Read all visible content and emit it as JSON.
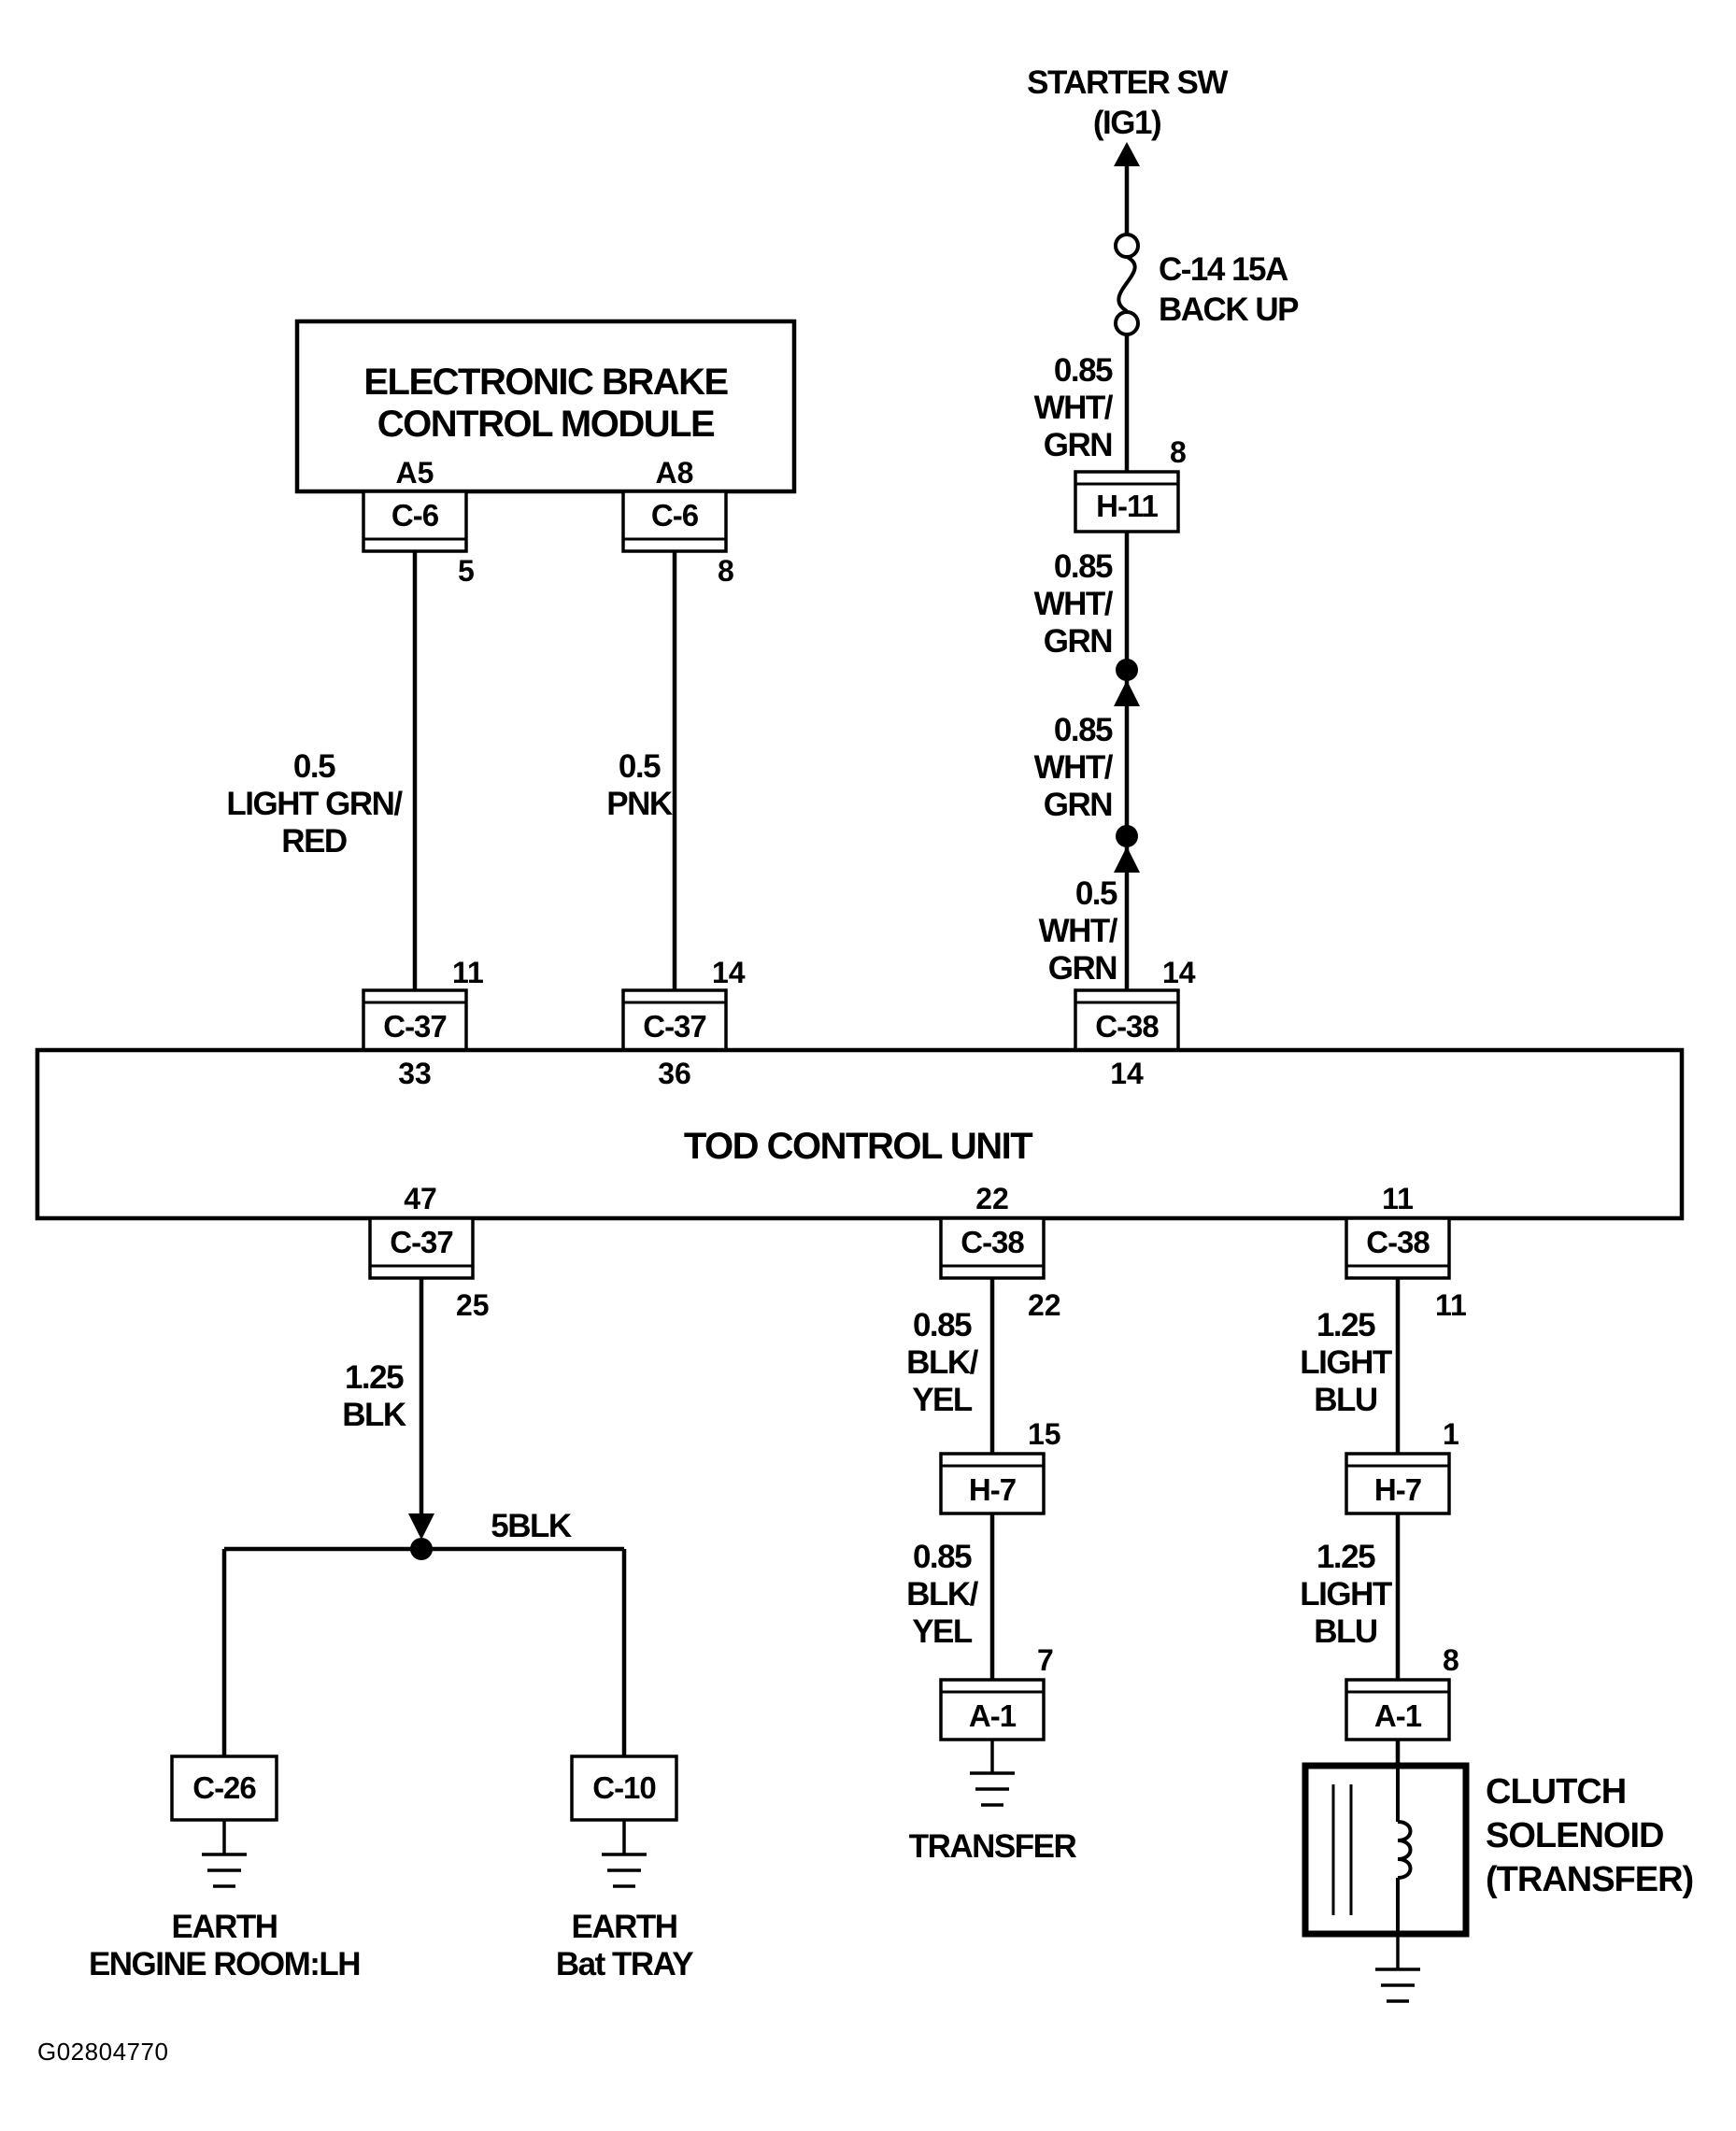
{
  "top": {
    "source_title": "STARTER SW",
    "source_sub": "(IG1)",
    "fuse_line1": "C-14 15A",
    "fuse_line2": "BACK UP"
  },
  "ebcm": {
    "title_line1": "ELECTRONIC BRAKE",
    "title_line2": "CONTROL MODULE",
    "left_pin": "A5",
    "right_pin": "A8",
    "left_connector": "C-6",
    "right_connector": "C-6",
    "left_conn_pin": "5",
    "right_conn_pin": "8"
  },
  "wires": {
    "ebcm_left": [
      "0.5",
      "LIGHT GRN/",
      "RED"
    ],
    "ebcm_right": [
      "0.5",
      "PNK"
    ],
    "feed_1": [
      "0.85",
      "WHT/",
      "GRN"
    ],
    "feed_2": [
      "0.85",
      "WHT/",
      "GRN"
    ],
    "feed_3": [
      "0.85",
      "WHT/",
      "GRN"
    ],
    "feed_4": [
      "0.5",
      "WHT/",
      "GRN"
    ],
    "ground_main": [
      "1.25",
      "BLK"
    ],
    "ground_split": "5BLK",
    "transfer_1": [
      "0.85",
      "BLK/",
      "YEL"
    ],
    "transfer_2": [
      "0.85",
      "BLK/",
      "YEL"
    ],
    "clutch_1": [
      "1.25",
      "LIGHT",
      "BLU"
    ],
    "clutch_2": [
      "1.25",
      "LIGHT",
      "BLU"
    ]
  },
  "connectors": {
    "h11": {
      "name": "H-11",
      "pin": "8"
    },
    "c37_a": {
      "name": "C-37",
      "pin": "11",
      "unit_pin": "33"
    },
    "c37_b": {
      "name": "C-37",
      "pin": "14",
      "unit_pin": "36"
    },
    "c38_top": {
      "name": "C-38",
      "pin": "14",
      "unit_pin": "14"
    },
    "c37_bottom": {
      "name": "C-37",
      "pin": "25",
      "unit_pin": "47"
    },
    "c38_mid": {
      "name": "C-38",
      "pin": "22",
      "unit_pin": "22"
    },
    "c38_right": {
      "name": "C-38",
      "pin": "11",
      "unit_pin": "11"
    },
    "h7_mid": {
      "name": "H-7",
      "pin": "15"
    },
    "h7_right": {
      "name": "H-7",
      "pin": "1"
    },
    "a1_mid": {
      "name": "A-1",
      "pin": "7"
    },
    "a1_right": {
      "name": "A-1",
      "pin": "8"
    },
    "c26": {
      "name": "C-26"
    },
    "c10": {
      "name": "C-10"
    }
  },
  "tod_unit": {
    "title": "TOD CONTROL UNIT"
  },
  "grounds": {
    "left": [
      "EARTH",
      "ENGINE ROOM:LH"
    ],
    "right": [
      "EARTH",
      "Bat TRAY"
    ],
    "transfer": "TRANSFER"
  },
  "solenoid": {
    "line1": "CLUTCH",
    "line2": "SOLENOID",
    "line3": "(TRANSFER)"
  },
  "figure_id": "G02804770"
}
